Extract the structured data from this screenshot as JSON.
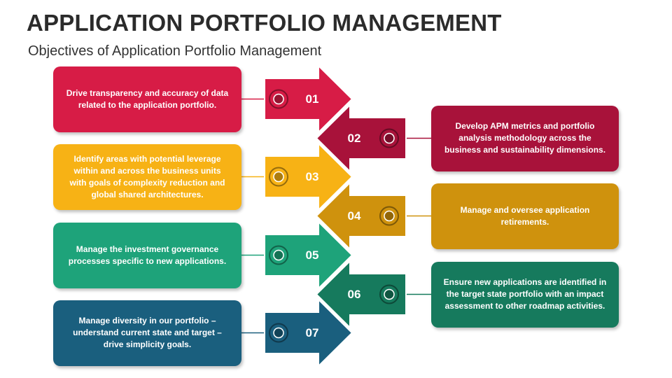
{
  "header": {
    "title": "APPLICATION PORTFOLIO MANAGEMENT",
    "subtitle": "Objectives of Application Portfolio Management"
  },
  "colors": {
    "red": "#d71c46",
    "maroon": "#a8123a",
    "yellow": "#f7b215",
    "ochre": "#cf920d",
    "green": "#1ea37a",
    "dark_green": "#167a5d",
    "blue": "#1a5f7e"
  },
  "steps": [
    {
      "number": "01",
      "side": "left",
      "color": "#d71c46",
      "text": "Drive transparency and accuracy of data related to the application portfolio."
    },
    {
      "number": "02",
      "side": "right",
      "color": "#a8123a",
      "text": "Develop APM metrics and portfolio analysis methodology across the business and sustainability dimensions."
    },
    {
      "number": "03",
      "side": "left",
      "color": "#f7b215",
      "text": "Identify areas with potential leverage within and across the business units with goals of complexity reduction and global shared architectures."
    },
    {
      "number": "04",
      "side": "right",
      "color": "#cf920d",
      "text": "Manage and oversee application retirements."
    },
    {
      "number": "05",
      "side": "left",
      "color": "#1ea37a",
      "text": "Manage the investment governance processes specific to new applications."
    },
    {
      "number": "06",
      "side": "right",
      "color": "#167a5d",
      "text": "Ensure new applications are identified in the target state portfolio with an impact assessment to other roadmap activities."
    },
    {
      "number": "07",
      "side": "left",
      "color": "#1a5f7e",
      "text": "Manage diversity in our portfolio – understand current state and target – drive simplicity goals."
    }
  ]
}
